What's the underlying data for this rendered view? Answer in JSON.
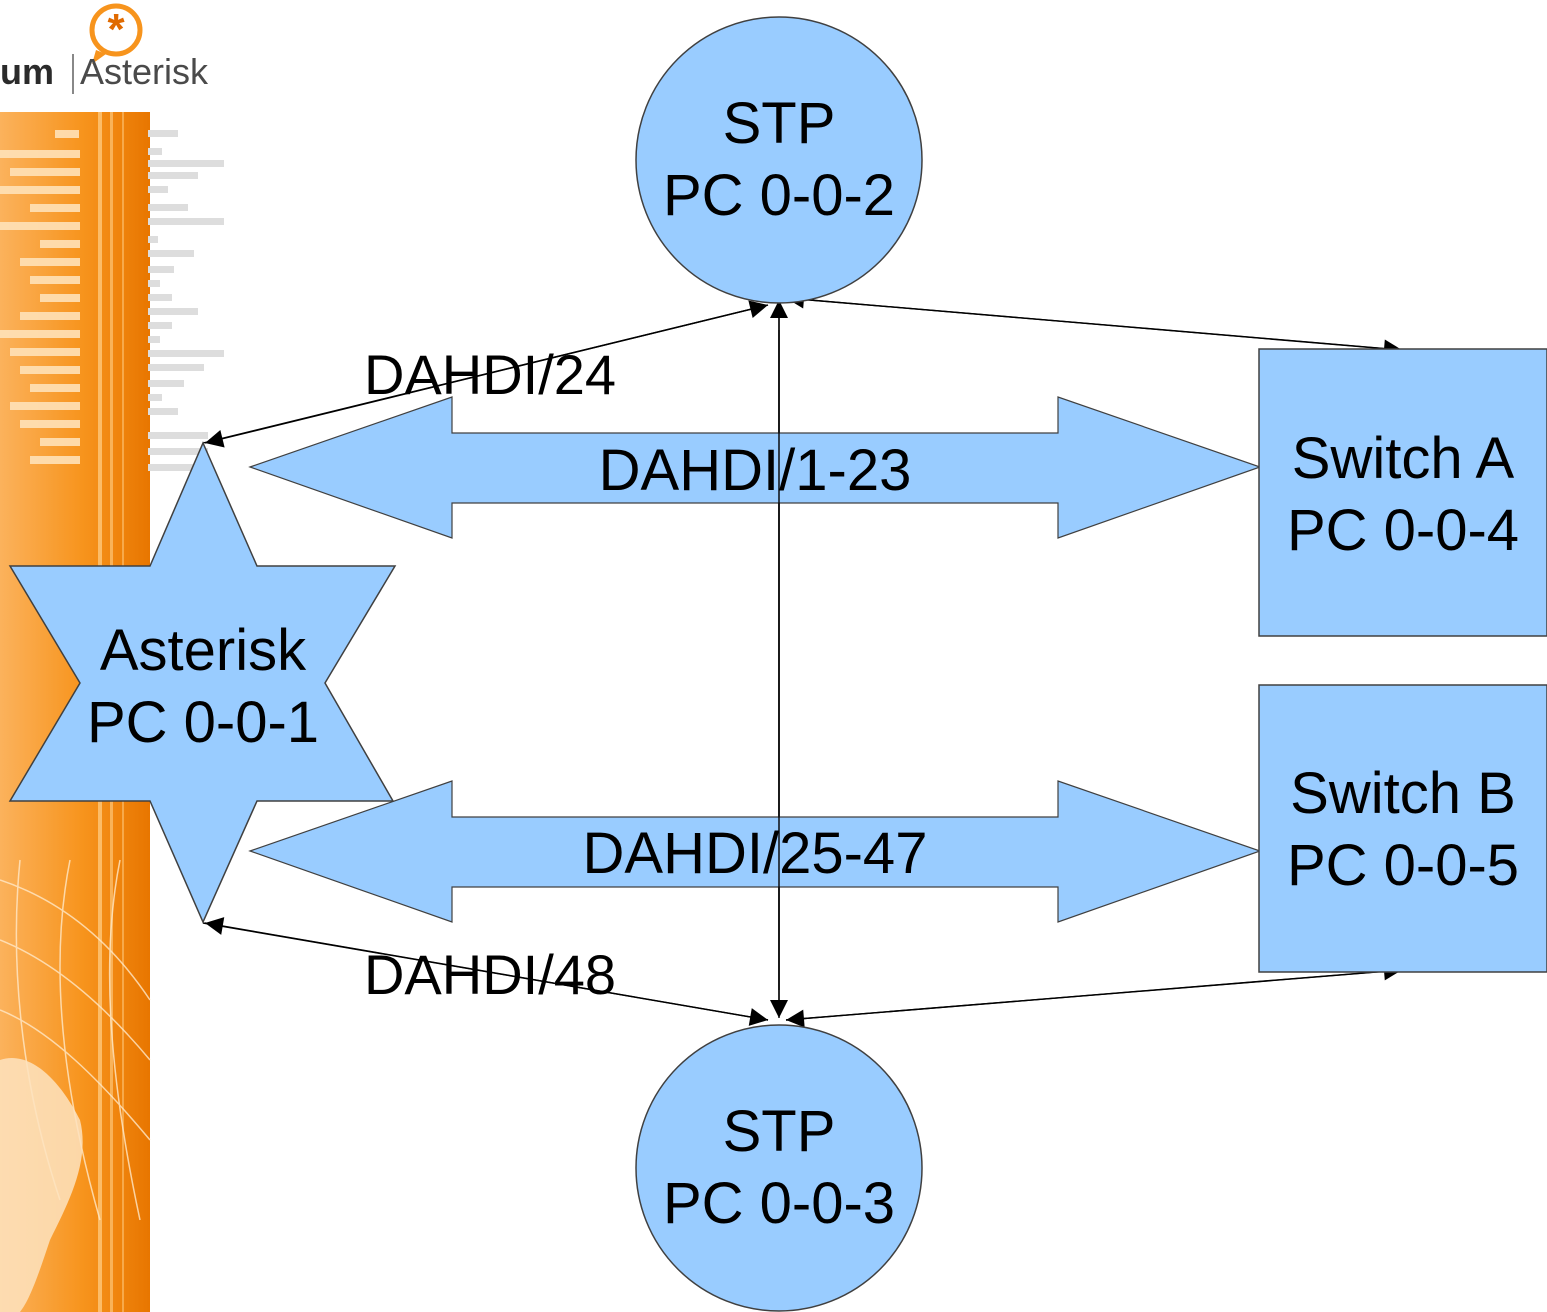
{
  "branding": {
    "logo_text_left": "um",
    "logo_text_right": "Asterisk",
    "logo_icon": "asterisk-star-icon",
    "accent_color": "#f7941d",
    "accent_dark": "#e06a00"
  },
  "colors": {
    "node_fill": "#99ccff",
    "node_stroke": "#404040",
    "line": "#000000"
  },
  "nodes": {
    "stp_top": {
      "line1": "STP",
      "line2": "PC 0-0-2"
    },
    "stp_bottom": {
      "line1": "STP",
      "line2": "PC 0-0-3"
    },
    "asterisk": {
      "line1": "Asterisk",
      "line2": "PC 0-0-1"
    },
    "switch_a": {
      "line1": "Switch A",
      "line2": "PC 0-0-4"
    },
    "switch_b": {
      "line1": "Switch B",
      "line2": "PC 0-0-5"
    }
  },
  "links": {
    "dahdi_24": "DAHDI/24",
    "dahdi_1_23": "DAHDI/1-23",
    "dahdi_25_47": "DAHDI/25-47",
    "dahdi_48": "DAHDI/48"
  }
}
